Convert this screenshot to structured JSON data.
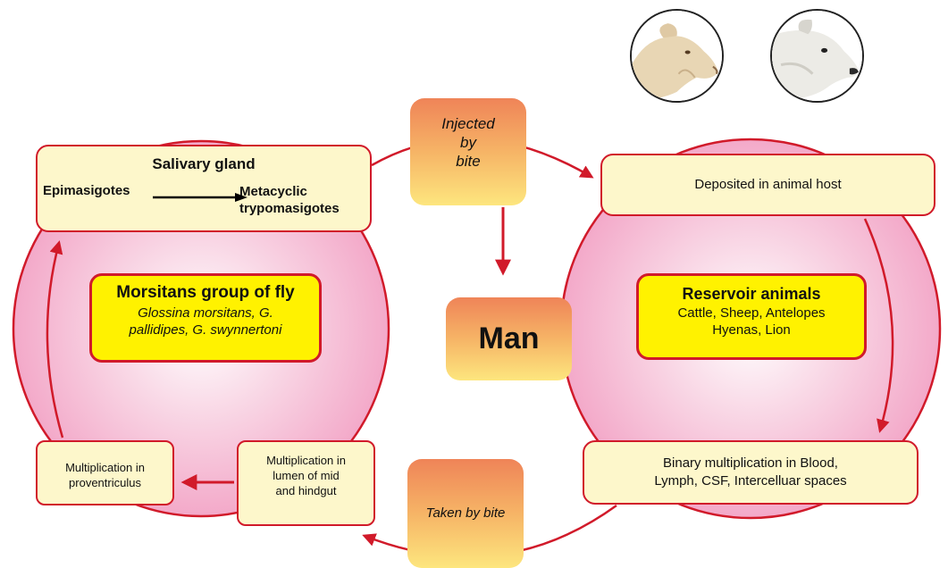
{
  "salivary_gland": {
    "title": "Salivary gland",
    "from": "Epimasigotes",
    "to_line1": "Metacyclic",
    "to_line2": "trypomasigotes"
  },
  "morsitans": {
    "title": "Morsitans group of fly",
    "species_line1": "Glossina morsitans, G.",
    "species_line2": "pallidipes, G. swynnertoni"
  },
  "reservoir": {
    "title": "Reservoir animals",
    "line1": "Cattle, Sheep, Antelopes",
    "line2": "Hyenas, Lion"
  },
  "deposited": "Deposited in animal host",
  "binary": {
    "line1": "Binary multiplication in Blood,",
    "line2": "Lymph, CSF, Intercelluar spaces"
  },
  "mult_proventriculus": {
    "line1": "Multiplication in",
    "line2": "proventriculus"
  },
  "mult_lumen": {
    "line1": "Multiplication in",
    "line2": "lumen of mid",
    "line3": "and hindgut"
  },
  "injected": {
    "line1": "Injected",
    "line2": "by",
    "line3": "bite"
  },
  "man": "Man",
  "taken": "Taken by bite",
  "colors": {
    "box_border": "#d11a2a",
    "box_fill": "#fdf7cb",
    "highlight_fill": "#fff200",
    "circle_fill": "#f6bcd6",
    "arrow": "#d11a2a"
  },
  "icons": [
    "sheep-photo",
    "cow-photo"
  ]
}
